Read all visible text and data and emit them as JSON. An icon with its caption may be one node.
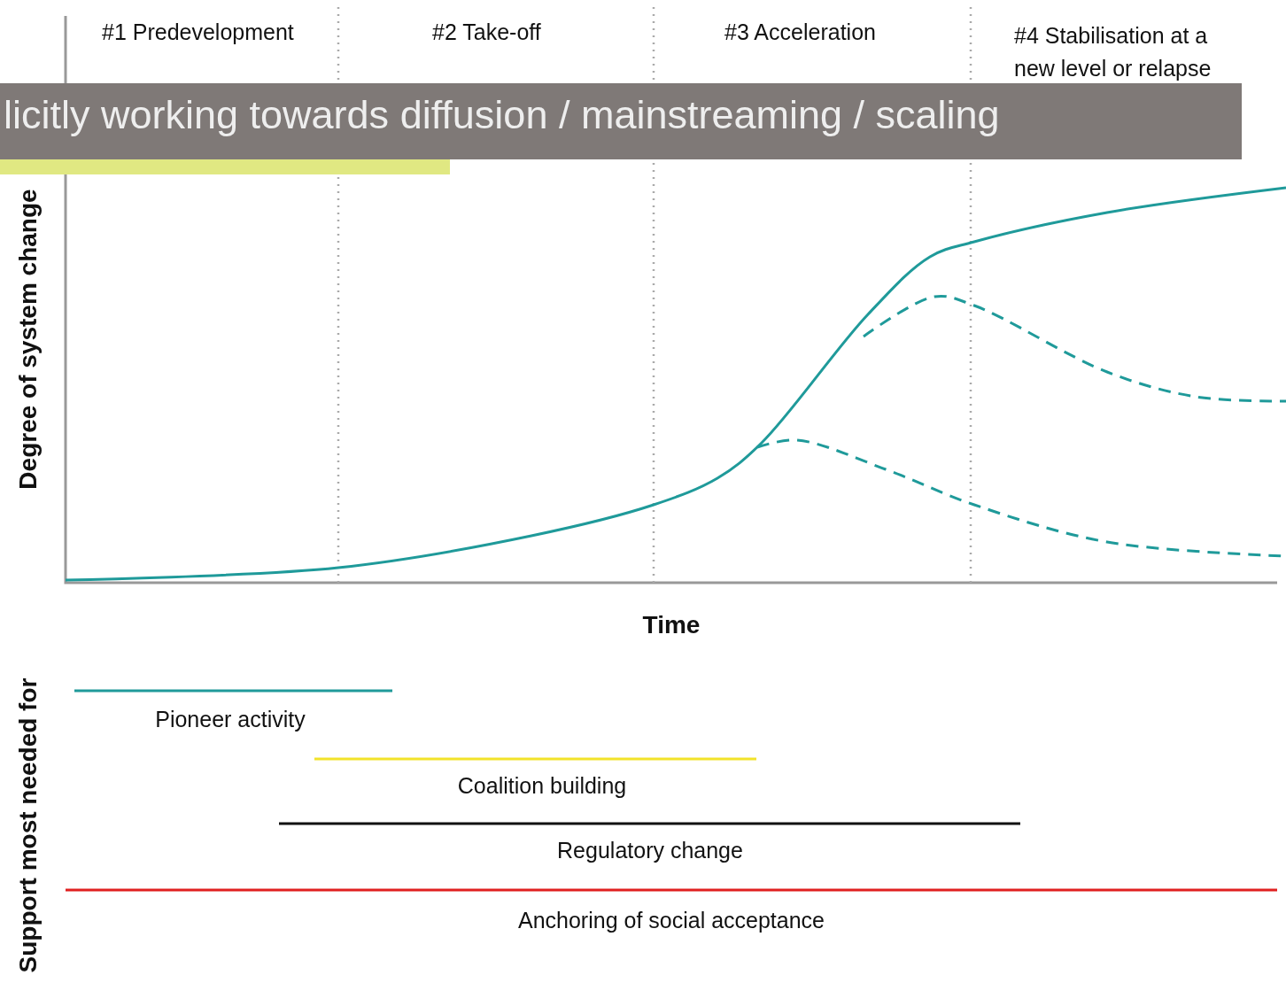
{
  "diagram": {
    "nodes": [
      {
        "text": [
          "licitly working towards diffusion / mainstreaming / scaling"
        ]
      }
    ],
    "labels": [
      "#1 Predevelopment",
      "#2 Take-off",
      "#3 Acceleration",
      "#4 Stabilisation at a new level or relapse",
      "Degree of system change",
      "Time",
      "Support most needed for",
      "Pioneer activity",
      "Coalition building",
      "Regulatory change",
      "Anchoring of social acceptance"
    ]
  }
}
